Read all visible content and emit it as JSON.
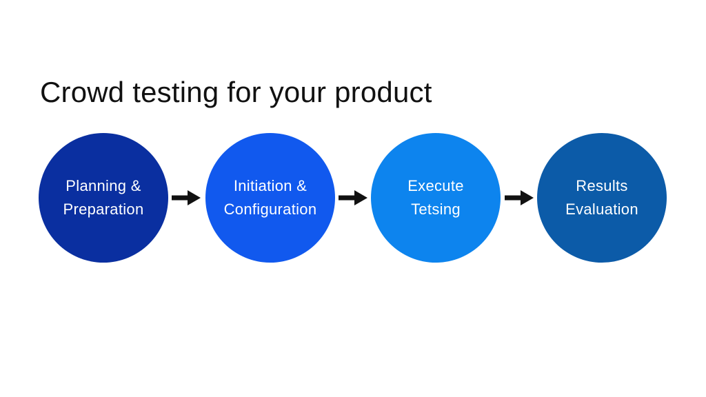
{
  "page": {
    "background_color": "#ffffff"
  },
  "title": {
    "text": "Crowd testing for your product",
    "color": "#111111"
  },
  "flow": {
    "arrow_color": "#111111",
    "label_text_color": "#ffffff",
    "steps": [
      {
        "line1": "Planning &",
        "line2": "Preparation",
        "color": "#0A2FA0"
      },
      {
        "line1": "Initiation &",
        "line2": "Configuration",
        "color": "#1159EE"
      },
      {
        "line1": "Execute",
        "line2": "Tetsing",
        "color": "#0D84EE"
      },
      {
        "line1": "Results",
        "line2": "Evaluation",
        "color": "#0C5BA8"
      }
    ]
  }
}
